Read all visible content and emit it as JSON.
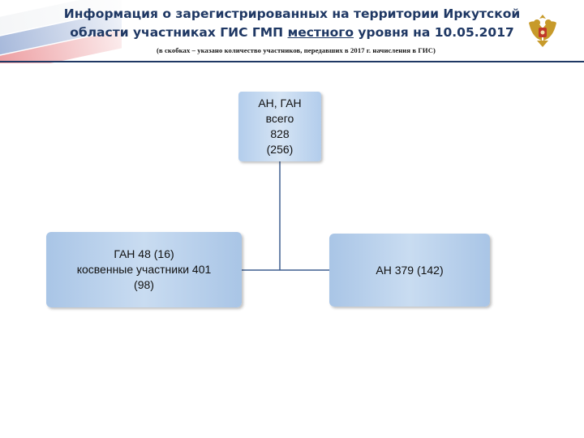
{
  "header": {
    "title_line1": "Информация о зарегистрированных на территории Иркутской",
    "title_line2_before": "области участниках ГИС ГМП ",
    "title_line2_underlined": "местного",
    "title_line2_after": " уровня на 10.05.2017",
    "subtitle": "(в скобках – указано количество участников, передавших в 2017 г. начисления в ГИС)"
  },
  "diagram": {
    "root": {
      "line1": "АН, ГАН",
      "line2": "всего",
      "line3": "828",
      "line4": "(256)"
    },
    "left": {
      "line1": "ГАН 48 (16)",
      "line2": "косвенные участники 401",
      "line3": "(98)"
    },
    "right": {
      "line1": "АН 379 (142)"
    }
  },
  "colors": {
    "title": "#1f3864",
    "node_fill": "#a9c5e6",
    "connector": "#3f5f8f"
  }
}
